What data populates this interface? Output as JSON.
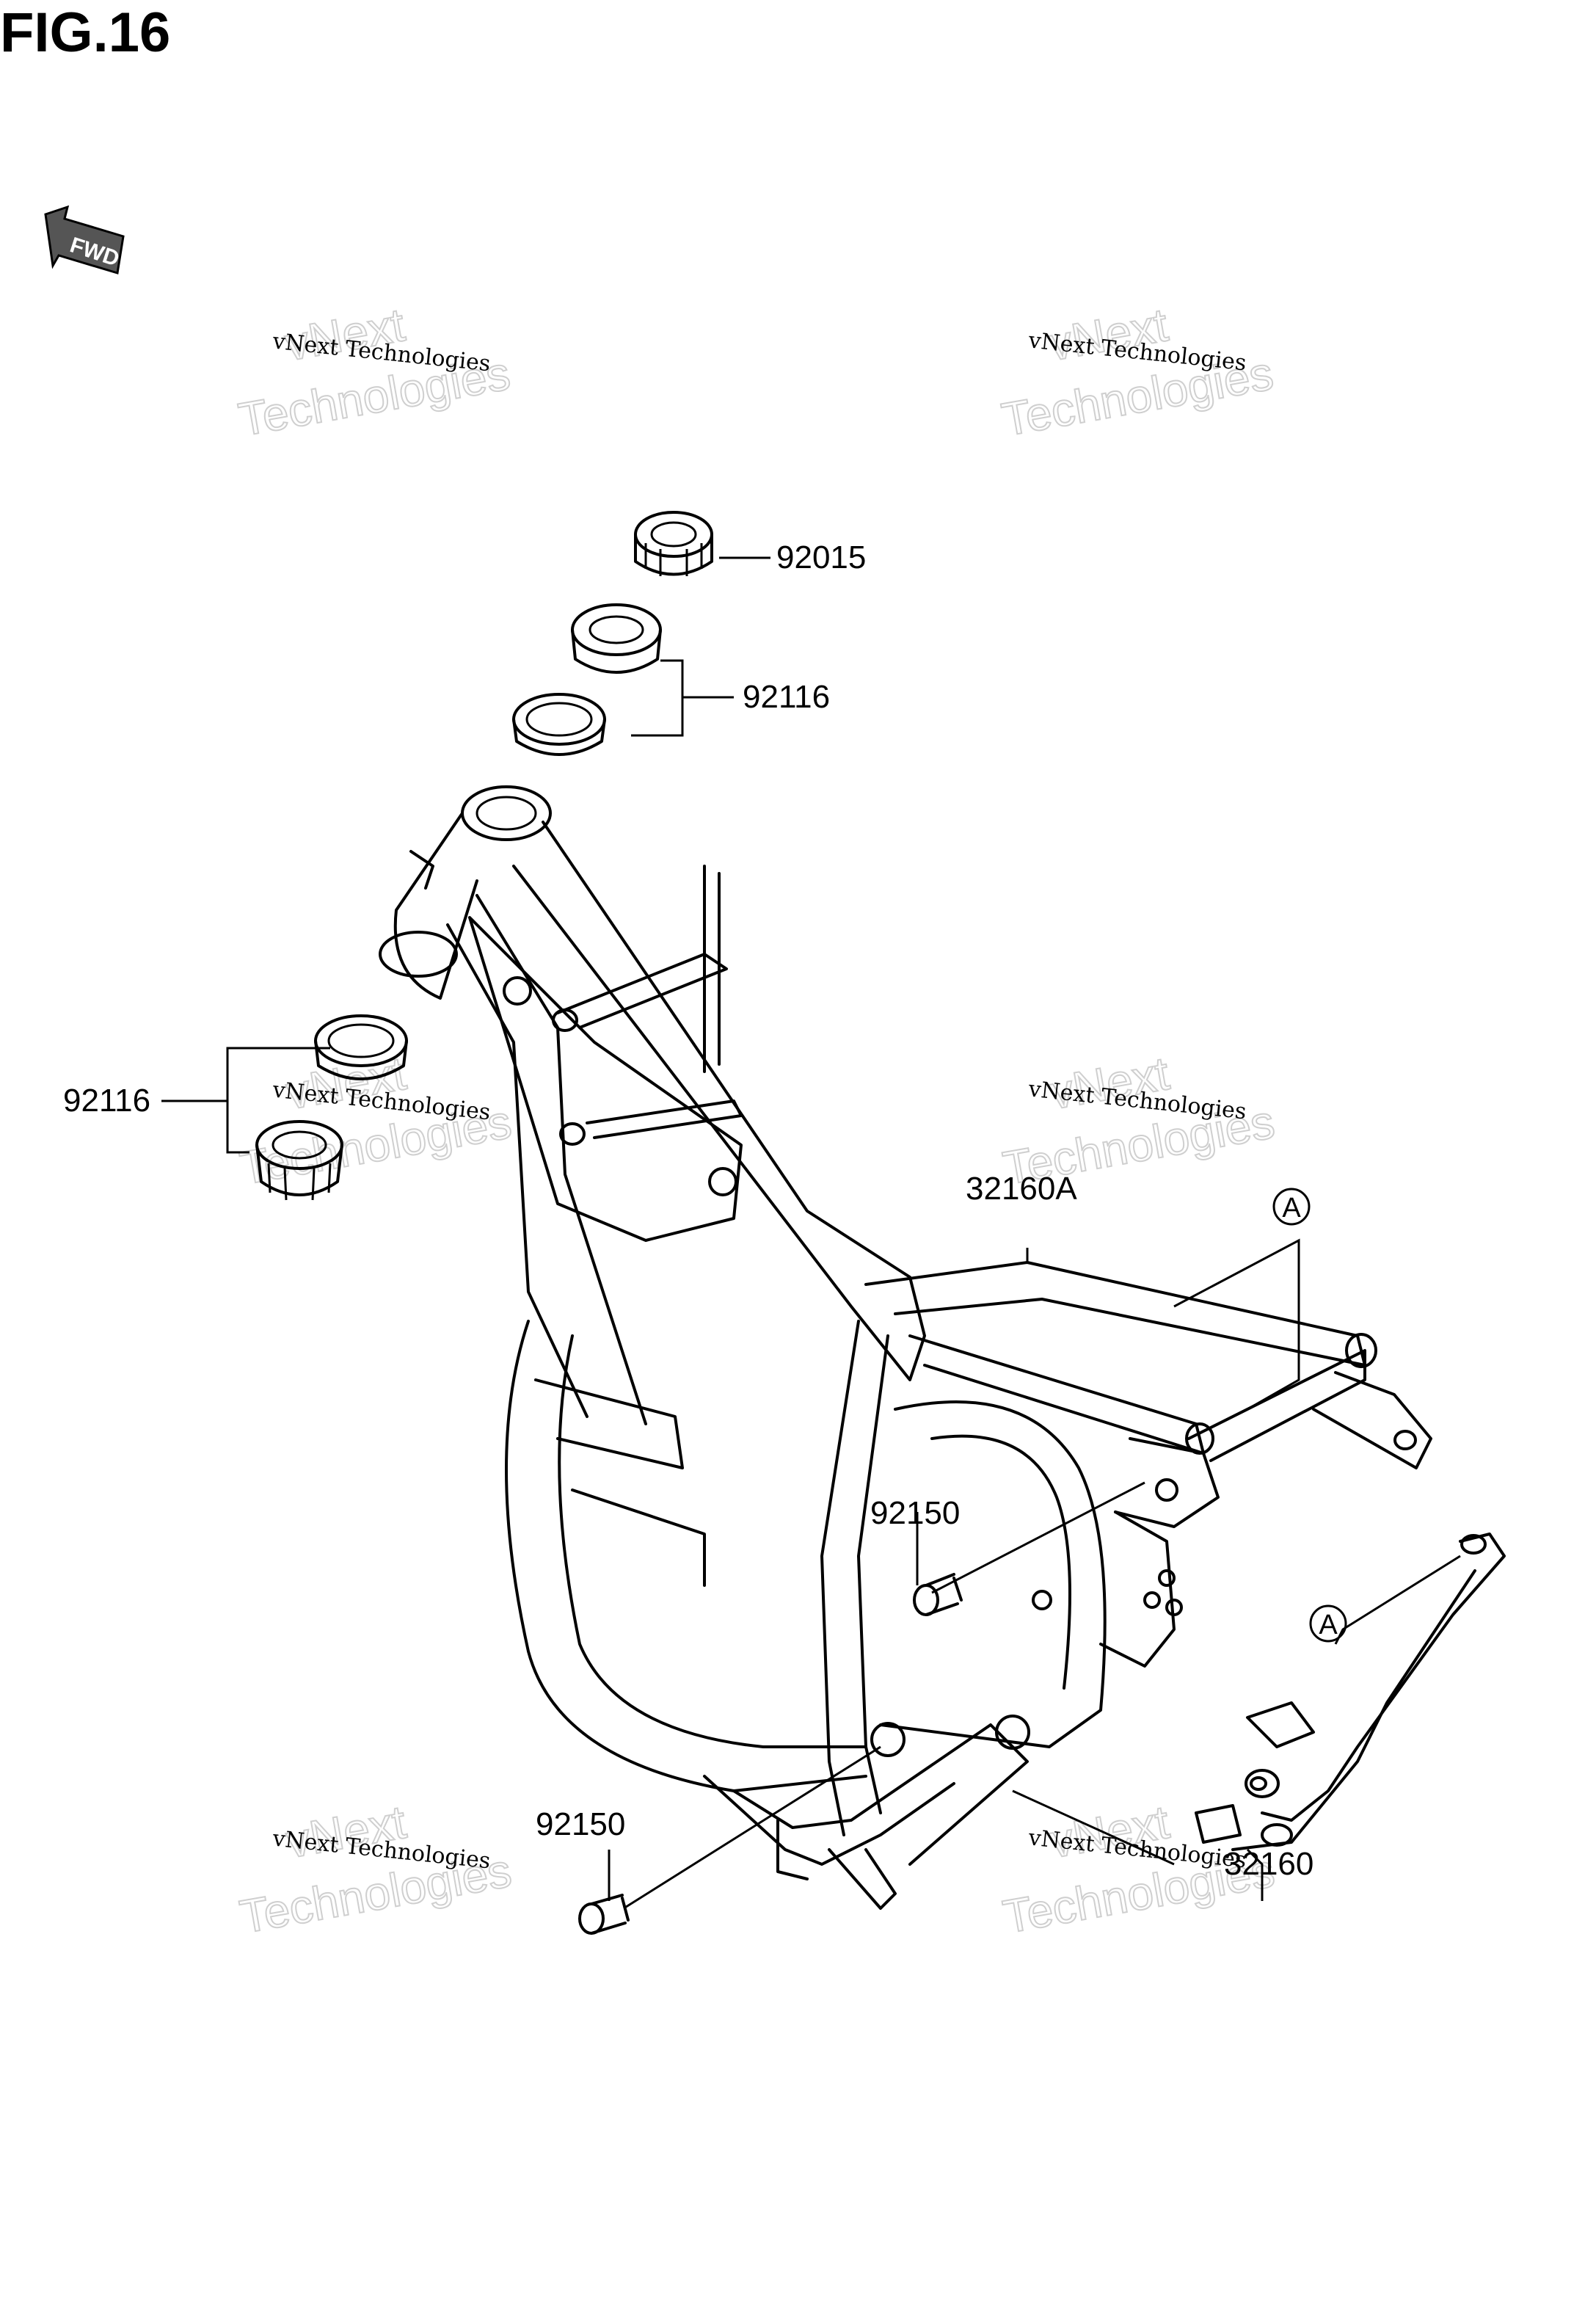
{
  "figure": {
    "title": "FIG.16"
  },
  "fwd_badge": {
    "label": "FWD",
    "icon": "fwd-arrow-icon"
  },
  "watermark": {
    "line1": "vNext Technologies",
    "line2": "vNext",
    "line3": "Technologies"
  },
  "parts": [
    {
      "id": "p1",
      "number": "92015"
    },
    {
      "id": "p2",
      "number": "92116"
    },
    {
      "id": "p3",
      "number": "92116"
    },
    {
      "id": "p4",
      "number": "32160A"
    },
    {
      "id": "p5",
      "number": "92150"
    },
    {
      "id": "p6",
      "number": "92150"
    },
    {
      "id": "p7",
      "number": "32160"
    }
  ],
  "references": {
    "a1": "A",
    "a2": "A"
  }
}
